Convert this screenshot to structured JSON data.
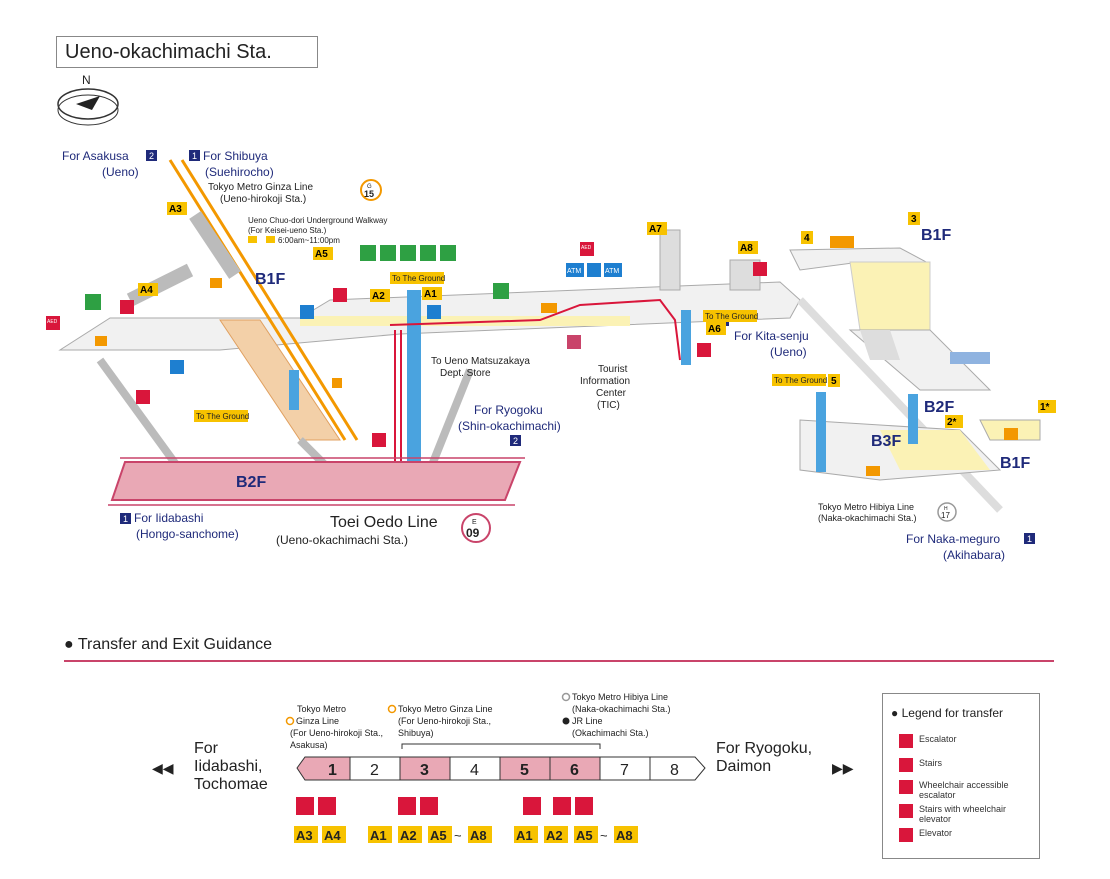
{
  "title": "Ueno-okachimachi Sta.",
  "compass_label": "N",
  "labels": {
    "for_asakusa": "For Asakusa",
    "ueno_paren": "(Ueno)",
    "for_shibuya": "For Shibuya",
    "suehirocho": "(Suehirocho)",
    "ginza_line": "Tokyo Metro Ginza Line",
    "ueno_hirokoji": "(Ueno-hirokoji Sta.)",
    "ginza_num": "G",
    "ginza_num2": "15",
    "walkway": "Ueno Chuo-dori Underground Walkway",
    "walkway_sub": "(For Keisei-ueno Sta.)",
    "walkway_hours": "6:00am~11:00pm",
    "to_ground": "To The Ground",
    "to_matsuzakaya": "To Ueno Matsuzakaya",
    "dept_store": "Dept. Store",
    "tourist": "Tourist",
    "information": "Information",
    "center": "Center",
    "tic": "(TIC)",
    "for_ryogoku": "For Ryogoku",
    "shin_okachimachi": "(Shin-okachimachi)",
    "for_kitasenju": "For Kita-senju",
    "ueno2": "(Ueno)",
    "for_iidabashi": "For Iidabashi",
    "hongo": "(Hongo-sanchome)",
    "oedo_line": "Toei Oedo Line",
    "oedo_sta": "(Ueno-okachimachi Sta.)",
    "oedo_letter": "E",
    "oedo_num": "09",
    "hibiya_line": "Tokyo Metro Hibiya Line",
    "naka_okachimachi": "(Naka-okachimachi Sta.)",
    "hibiya_letter": "H",
    "hibiya_num": "17",
    "for_nakameguro": "For Naka-meguro",
    "akihabara": "(Akihabara)",
    "atm": "ATM",
    "aed": "AED"
  },
  "floors": {
    "b1f_left": "B1F",
    "b2f": "B2F",
    "b1f_right": "B1F",
    "b2f_right": "B2F",
    "b3f": "B3F",
    "b1f_bottom": "B1F"
  },
  "exits": {
    "a1": "A1",
    "a2": "A2",
    "a3": "A3",
    "a4": "A4",
    "a5": "A5",
    "a6": "A6",
    "a7": "A7",
    "a8": "A8",
    "e3": "3",
    "e4": "4",
    "e5": "5",
    "e1s": "1*",
    "e2s": "2*"
  },
  "markers": {
    "one": "1",
    "two": "2"
  },
  "guidance": {
    "title": "Transfer and Exit Guidance",
    "left_dest": [
      "For",
      "Iidabashi,",
      "Tochomae"
    ],
    "right_dest": [
      "For Ryogoku,",
      "Daimon"
    ],
    "cars": [
      "1",
      "2",
      "3",
      "4",
      "5",
      "6",
      "7",
      "8"
    ],
    "note1": [
      "Tokyo Metro",
      "Ginza Line",
      "(For Ueno-hirokoji Sta.,",
      "Asakusa)"
    ],
    "note3": [
      "Tokyo Metro Ginza Line",
      "(For Ueno-hirokoji Sta.,",
      "Shibuya)"
    ],
    "note6": [
      "Tokyo Metro Hibiya Line",
      "(Naka-okachimachi Sta.)",
      "JR Line",
      "(Okachimachi Sta.)"
    ],
    "exits_group1": [
      "A3",
      "A4"
    ],
    "exits_group2": [
      "A1",
      "A2",
      "A5",
      "A8"
    ],
    "exits_group3": [
      "A1",
      "A2",
      "A5",
      "A8"
    ],
    "tilde": "~"
  },
  "legend": {
    "title": "Legend for transfer",
    "items": [
      "Escalator",
      "Stairs",
      "Wheelchair accessible escalator",
      "Stairs with wheelchair elevator",
      "Elevator"
    ]
  },
  "colors": {
    "navy": "#1f2a7a",
    "accent_red": "#d9163b",
    "exit_yellow": "#f7c200",
    "elevator_blue": "#4aa3df",
    "b2f_pink": "#e9a8b5"
  }
}
